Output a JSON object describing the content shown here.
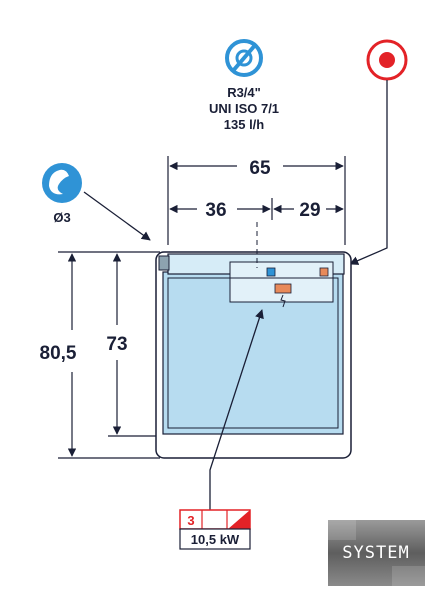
{
  "water_connection": {
    "thread": "R3/4\"",
    "standard": "UNI ISO 7/1",
    "flow": "135 l/h"
  },
  "drain": {
    "diameter": "Ø3"
  },
  "dimensions": {
    "overall_width": "65",
    "left_offset": "36",
    "right_offset": "29",
    "total_height": "80,5",
    "body_height": "73"
  },
  "electrical": {
    "phases": "3",
    "power": "10,5 kW"
  },
  "brand": {
    "logo_text": "SYSTEM"
  },
  "colors": {
    "water_blue": "#2f93d6",
    "electric_red": "#e32227",
    "body_fill": "#b7dcf0",
    "line": "#1a1f36"
  }
}
